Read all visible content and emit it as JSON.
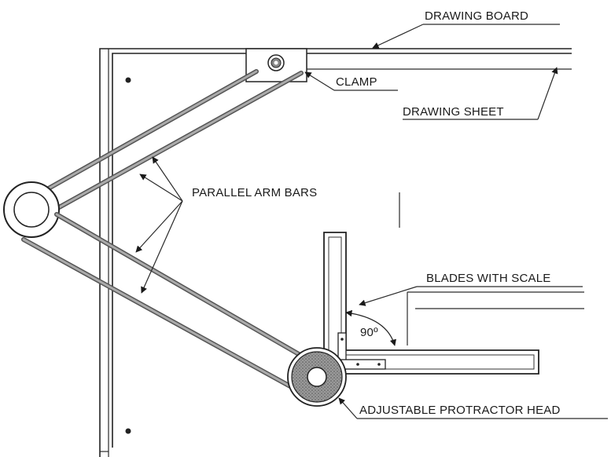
{
  "labels": {
    "drawing_board": "DRAWING BOARD",
    "clamp": "CLAMP",
    "drawing_sheet": "DRAWING SHEET",
    "parallel_arm_bars": "PARALLEL ARM BARS",
    "blades_with_scale": "BLADES WITH SCALE",
    "angle": "90º",
    "protractor_head": "ADJUSTABLE PROTRACTOR HEAD"
  }
}
